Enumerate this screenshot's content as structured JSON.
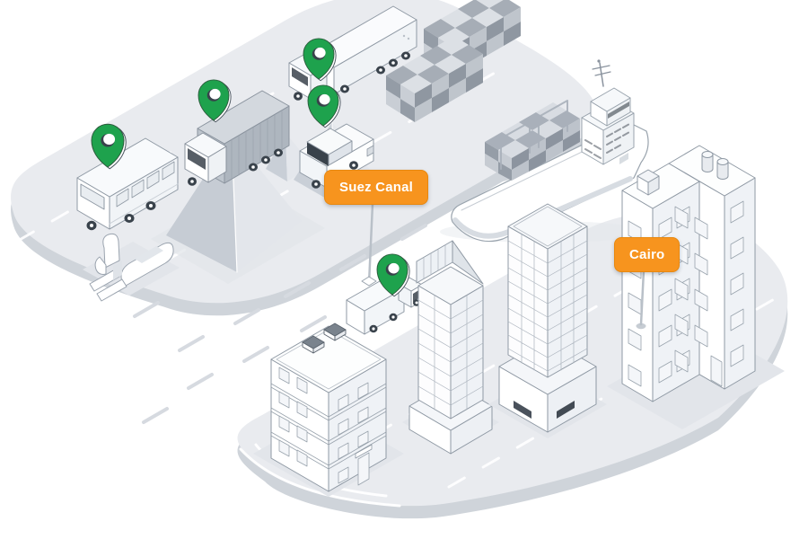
{
  "illustration": {
    "description": "Isometric logistics tracking scene: vehicles with GPS pins beside pyramids and a sphinx on a port island, a container ship on the Suez Canal, and Cairo city buildings on a second island",
    "labels": {
      "suez_canal": "Suez Canal",
      "cairo": "Cairo"
    },
    "colors": {
      "background": "#FFFFFF",
      "label_orange": "#F7941E",
      "label_text": "#FFFFFF",
      "pin_green": "#1EA24D",
      "pin_hole_dark": "#39424B",
      "island_top": "#E9EBEF",
      "island_side": "#CFD4DA",
      "outline": "#8F99A4",
      "container_dark": "#9BA2AC",
      "container_light": "#DCE0E5",
      "canal_dash": "#D6DAE0"
    },
    "pins": {
      "icon": "location-pin-icon",
      "count": 5,
      "on": [
        "bus",
        "container-truck",
        "suv",
        "semi-truck",
        "box-truck"
      ]
    }
  }
}
